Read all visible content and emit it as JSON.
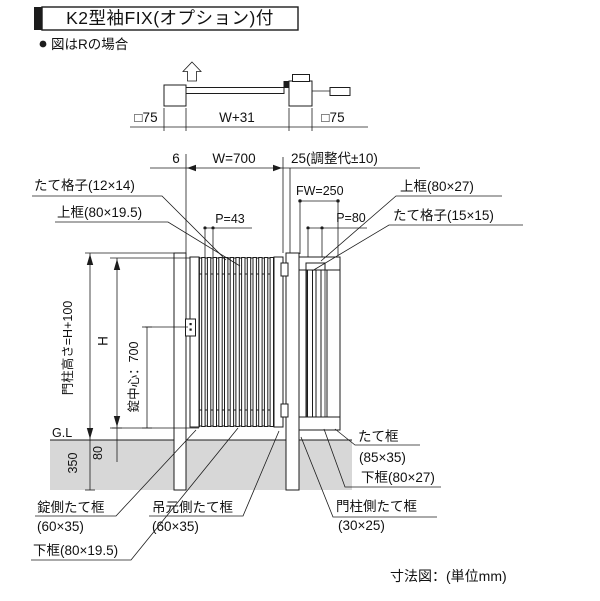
{
  "header": {
    "title": "K2型袖FIX(オプション)付",
    "note": "図はRの場合"
  },
  "plan": {
    "left_post_label": "□75",
    "span_label": "W+31",
    "right_post_label": "□75"
  },
  "dims": {
    "gap_label": "6",
    "width_label": "W=700",
    "adjust_label": "25(調整代±10)",
    "fix_width_label": "FW=250",
    "gate_pitch_label": "P=43",
    "fix_pitch_label": "P=80",
    "post_height_label": "門柱高さ=H+100",
    "door_height_label": "H",
    "lock_center_label": "錠中心：700",
    "ground_label": "G.L",
    "embed_depth_label": "350",
    "clearance_label": "80"
  },
  "callouts": {
    "gate_slat": "たて格子(12×14)",
    "gate_top_rail": "上框(80×19.5)",
    "fix_top_rail": "上框(80×27)",
    "fix_slat": "たて格子(15×15)",
    "lock_stile_name": "錠側たて框",
    "lock_stile_size": "(60×35)",
    "gate_bottom_rail": "下框(80×19.5)",
    "hinge_stile_name": "吊元側たて框",
    "hinge_stile_size": "(60×35)",
    "fix_stile_name": "たて框",
    "fix_stile_size": "(85×35)",
    "fix_bottom_rail": "下框(80×27)",
    "post_side_stile_name": "門柱側たて框",
    "post_side_stile_size": "(30×25)"
  },
  "footer": {
    "caption": "寸法図：(単位mm)"
  },
  "colors": {
    "line": "#1c1c1c",
    "ground": "#d7d7d7"
  }
}
